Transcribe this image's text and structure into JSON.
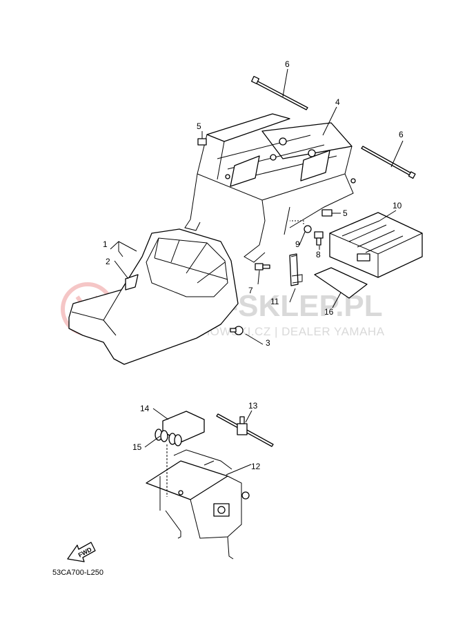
{
  "watermark": {
    "brand": "YAMA-SKLEP.PL",
    "subtitle": "WOJCIECHOWSKI.CZ | DEALER YAMAHA",
    "logo_color": "#f2b3b3",
    "text_color": "#d9d9d9"
  },
  "diagram_code": "53CA700-L250",
  "fwd_label": "FWD",
  "callouts": [
    {
      "id": "c1",
      "label": "1"
    },
    {
      "id": "c2",
      "label": "2"
    },
    {
      "id": "c3",
      "label": "3"
    },
    {
      "id": "c4",
      "label": "4"
    },
    {
      "id": "c5a",
      "label": "5"
    },
    {
      "id": "c5b",
      "label": "5"
    },
    {
      "id": "c6a",
      "label": "6"
    },
    {
      "id": "c6b",
      "label": "6"
    },
    {
      "id": "c7",
      "label": "7"
    },
    {
      "id": "c8",
      "label": "8"
    },
    {
      "id": "c9",
      "label": "9"
    },
    {
      "id": "c10",
      "label": "10"
    },
    {
      "id": "c11",
      "label": "11"
    },
    {
      "id": "c12",
      "label": "12"
    },
    {
      "id": "c13",
      "label": "13"
    },
    {
      "id": "c14",
      "label": "14"
    },
    {
      "id": "c15",
      "label": "15"
    },
    {
      "id": "c16",
      "label": "16"
    }
  ]
}
